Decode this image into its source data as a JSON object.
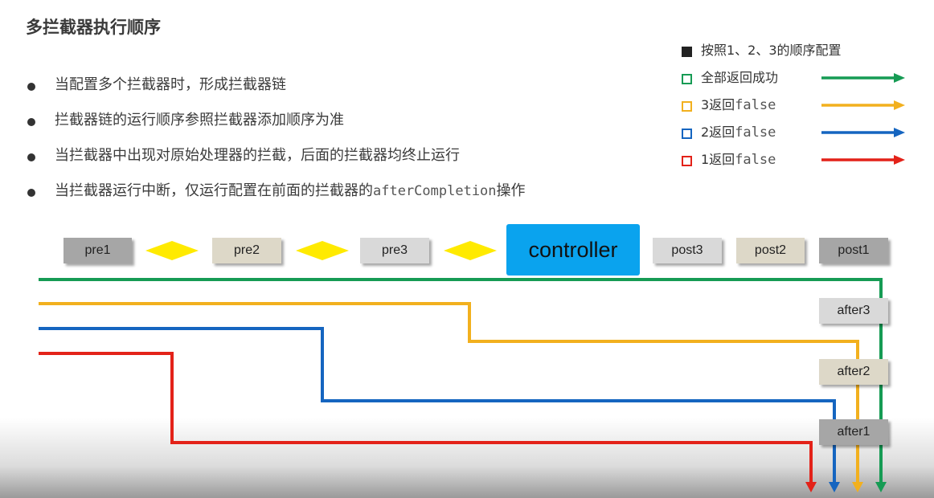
{
  "slide": {
    "title": "多拦截器执行顺序",
    "bullets": [
      {
        "text": "当配置多个拦截器时，形成拦截器链"
      },
      {
        "text": "拦截器链的运行顺序参照拦截器添加顺序为准"
      },
      {
        "text": "当拦截器中出现对原始处理器的拦截，后面的拦截器均终止运行"
      },
      {
        "text": "当拦截器运行中断，仅运行配置在前面的拦截器的",
        "code": "afterCompletion",
        "suffix": "操作"
      }
    ]
  },
  "legend": {
    "header": "按照1、2、3的顺序配置",
    "items": [
      {
        "label": "全部返回成功",
        "color": "#169b54"
      },
      {
        "label": "3返回",
        "code": "false",
        "color": "#f2b01e"
      },
      {
        "label": "2返回",
        "code": "false",
        "color": "#1565c0"
      },
      {
        "label": "1返回",
        "code": "false",
        "color": "#e32219"
      }
    ]
  },
  "diagram": {
    "controller": "controller",
    "pre": [
      "pre1",
      "pre2",
      "pre3"
    ],
    "post": [
      "post3",
      "post2",
      "post1"
    ],
    "after": [
      "after3",
      "after2",
      "after1"
    ],
    "colors": {
      "dark_gray": "#a6a6a6",
      "beige": "#ddd8c8",
      "light_gray": "#d9d9d9",
      "controller_blue": "#0aa3ee",
      "diamond": "#ffea00"
    }
  }
}
